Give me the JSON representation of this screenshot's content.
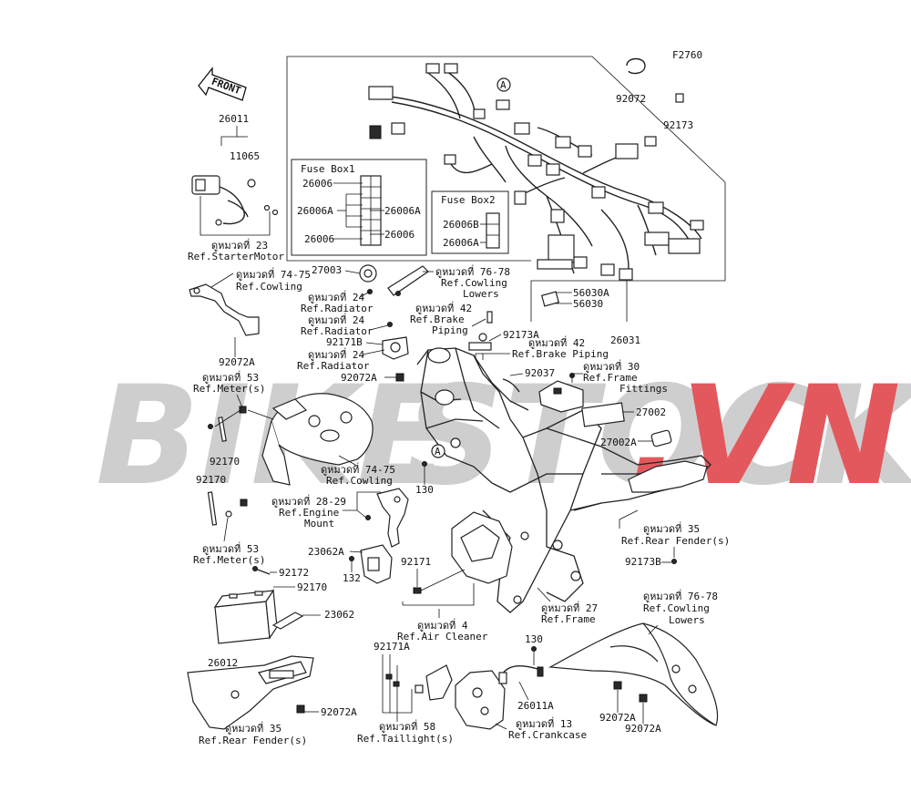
{
  "figure_code": "F2760",
  "watermark": {
    "left": "BIKE",
    "middle": "STOCK",
    "right": ".VN",
    "gray": "#c9c9c9",
    "red": "#e0474c"
  },
  "front_arrow_label": "FRONT",
  "fuse_box1": {
    "title": "Fuse Box1",
    "labels": [
      "26006",
      "26006A",
      "26006A",
      "26006"
    ]
  },
  "fuse_box2": {
    "title": "Fuse Box2",
    "labels": [
      "26006B",
      "26006A"
    ]
  },
  "callout_a": "A",
  "labels": {
    "p26011": "26011",
    "p11065": "11065",
    "ref_starter_thai": "ดูหมวดที่ 23",
    "ref_starter_en": "Ref.StarterMotor",
    "ref_cowl_1_thai": "ดูหมวดที่ 74-75",
    "ref_cowl_1_en": "Ref.Cowling",
    "p92072A_1": "92072A",
    "ref_meter_1_thai": "ดูหมวดที่ 53",
    "ref_meter_1_en": "Ref.Meter(s)",
    "p92170_1": "92170",
    "p92170_2": "92170",
    "ref_meter_2_thai": "ดูหมวดที่ 53",
    "ref_meter_2_en": "Ref.Meter(s)",
    "p92172": "92172",
    "p92170_3": "92170",
    "p23062": "23062",
    "p26012": "26012",
    "p92072A_4": "92072A",
    "ref_rearfender_1_thai": "ดูหมวดที่ 35",
    "ref_rearfender_1_en": "Ref.Rear Fender(s)",
    "p27003": "27003",
    "ref_cowl_lowers_1_thai": "ดูหมวดที่ 76-78",
    "ref_cowl_lowers_1_en": "Ref.Cowling",
    "ref_cowl_lowers_1_en2": "Lowers",
    "ref_rad_1_thai": "ดูหมวดที่ 24",
    "ref_rad_1_en": "Ref.Radiator",
    "ref_rad_2_thai": "ดูหมวดที่ 24",
    "ref_rad_2_en": "Ref.Radiator",
    "p92171B": "92171B",
    "ref_rad_3_thai": "ดูหมวดที่ 24",
    "ref_rad_3_en": "Ref.Radiator",
    "p92072A_2": "92072A",
    "ref_brake_1_thai": "ดูหมวดที่ 42",
    "ref_brake_1_en": "Ref.Brake",
    "ref_brake_1_en2": "Piping",
    "p92173A": "92173A",
    "ref_brake_2_thai": "ดูหมวดที่ 42",
    "ref_brake_2_en": "Ref.Brake Piping",
    "p92037": "92037",
    "ref_cowl_2_thai": "ดูหมวดที่ 74-75",
    "ref_cowl_2_en": "Ref.Cowling",
    "p130_1": "130",
    "ref_engine_thai": "ดูหมวดที่ 28-29",
    "ref_engine_en": "Ref.Engine",
    "ref_engine_en2": "Mount",
    "p23062A": "23062A",
    "p132": "132",
    "p92171": "92171",
    "ref_air_thai": "ดูหมวดที่ 4",
    "ref_air_en": "Ref.Air Cleaner",
    "p92171A": "92171A",
    "ref_tail_thai": "ดูหมวดที่ 58",
    "ref_tail_en": "Ref.Taillight(s)",
    "p130_2": "130",
    "p26011A": "26011A",
    "ref_crank_thai": "ดูหมวดที่ 13",
    "ref_crank_en": "Ref.Crankcase",
    "p92072": "92072",
    "p92173": "92173",
    "p56030A": "56030A",
    "p56030": "56030",
    "p26031": "26031",
    "ref_framefit_thai": "ดูหมวดที่ 30",
    "ref_framefit_en": "Ref.Frame",
    "ref_framefit_en2": "Fittings",
    "p27002": "27002",
    "p27002A": "27002A",
    "ref_frame_thai": "ดูหมวดที่ 27",
    "ref_frame_en": "Ref.Frame",
    "ref_rearfender_2_thai": "ดูหมวดที่ 35",
    "ref_rearfender_2_en": "Ref.Rear Fender(s)",
    "p92173B": "92173B",
    "ref_cowl_lowers_2_thai": "ดูหมวดที่ 76-78",
    "ref_cowl_lowers_2_en": "Ref.Cowling",
    "ref_cowl_lowers_2_en2": "Lowers",
    "p92072A_5": "92072A",
    "p92072A_6": "92072A"
  }
}
